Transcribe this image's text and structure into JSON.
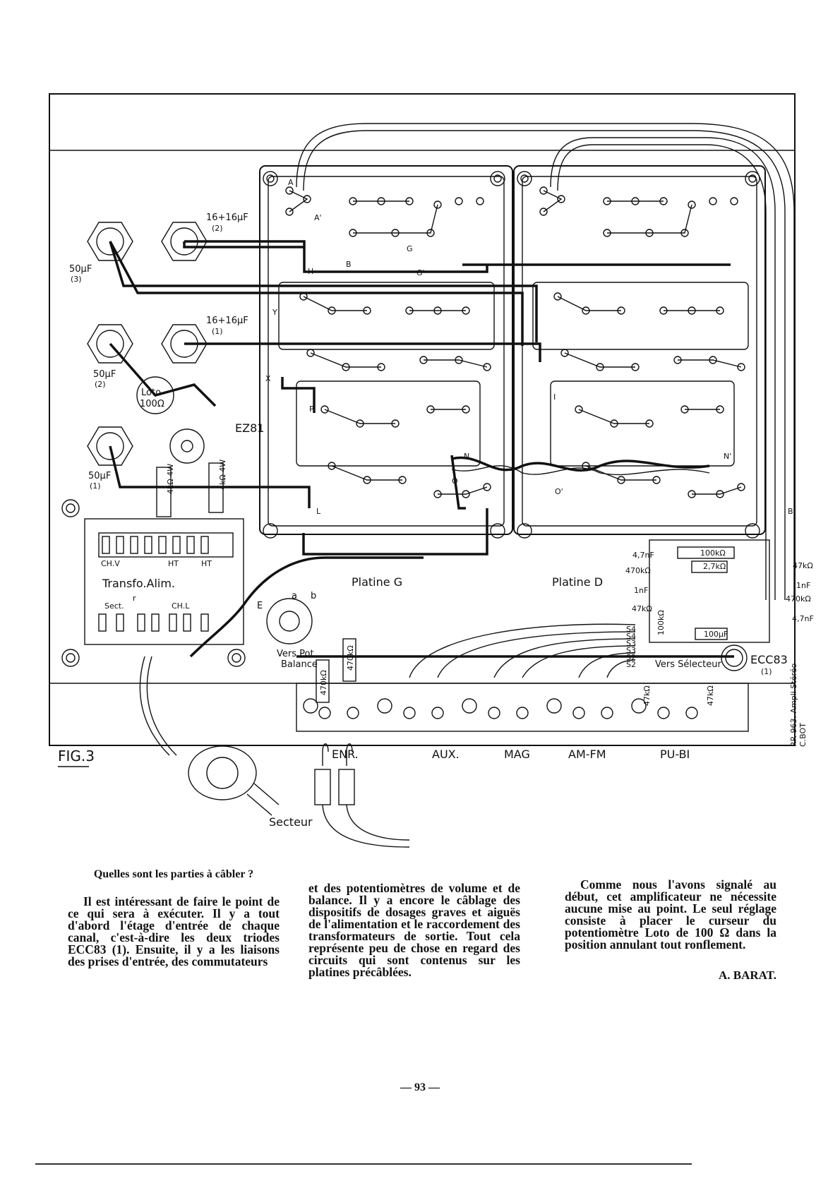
{
  "figure": {
    "label": "FIG.3",
    "labels": {
      "cap1": "16+16µF",
      "cap1_num": "(2)",
      "cap2": "16+16µF",
      "cap2_num": "(1)",
      "cap3": "50µF",
      "cap3_num": "(3)",
      "cap4": "50µF",
      "cap4_num": "(2)",
      "cap5": "50µF",
      "cap5_num": "(1)",
      "loto": "Loto",
      "loto_val": "100Ω",
      "ez81": "EZ81",
      "res1": "4kΩ 4W",
      "res2": "4kΩ 4W",
      "chv": "CH.V",
      "ht1": "HT",
      "ht2": "HT",
      "chl": "CH.L",
      "sect": "Sect.",
      "transfo": "Transfo.Alim.",
      "platine_g": "Platine G",
      "platine_d": "Platine D",
      "vers_pot": "Vers Pot",
      "balance": "Balance",
      "r470a": "470kΩ",
      "r470b": "470kΩ",
      "pin_a": "a",
      "pin_b": "b",
      "pin_e": "E",
      "vers_selecteur": "Vers Sélecteur",
      "ecc83": "ECC83",
      "ecc83_num": "(1)",
      "r100k": "100kΩ",
      "r27k": "2,7kΩ",
      "r100u": "100µF",
      "c47n": "4,7nF",
      "r470k2": "470kΩ",
      "c1n": "1nF",
      "r47k": "47kΩ",
      "r100k2": "100kΩ",
      "r47k2": "47kΩ",
      "c1n2": "1nF",
      "r470k3": "470kΩ",
      "c47n2": "4,7nF",
      "r47k3": "47kΩ",
      "r47k4": "47kΩ",
      "s_labels": [
        "S4",
        "S4",
        "S3",
        "S3",
        "S2",
        "S2"
      ],
      "enr": "ENR.",
      "aux": "AUX.",
      "mag": "MAG",
      "amfm": "AM-FM",
      "pubi": "PU-BI",
      "secteur": "Secteur",
      "side_ref": "RP. 963. Ampli Stéréo",
      "side_ref2": "C.BOT",
      "pt_a": "A",
      "pt_a2": "A'",
      "pt_b": "B",
      "pt_g": "G",
      "pt_g2": "G'",
      "pt_h": "H",
      "pt_y": "Y",
      "pt_x": "X",
      "pt_p": "P",
      "pt_n": "N",
      "pt_n2": "N'",
      "pt_o": "O",
      "pt_o2": "O'",
      "pt_l": "L",
      "pt_i": "I",
      "pt_r": "r",
      "pt_b2": "B"
    }
  },
  "article": {
    "heading": "Quelles sont les parties à câbler ?",
    "col1_p1": "Il est intéressant de faire le point de ce qui sera à exécuter. Il y a tout d'abord l'étage d'entrée de chaque canal, c'est-à-dire les deux triodes ECC83 (1). Ensuite, il y a les liaisons des prises d'entrée, des commutateurs",
    "col2_p1": "et des potentiomètres de volume et de balance. Il y a encore le câblage des dispositifs de dosages graves et aiguës de l'alimentation et le raccordement des transformateurs de sortie. Tout cela représente peu de chose en regard des circuits qui sont contenus sur les platines précâblées.",
    "col3_p1": "Comme nous l'avons signalé au début, cet amplificateur ne nécessite aucune mise au point. Le seul réglage consiste à placer le curseur du potentiomètre Loto de 100 Ω dans la position annulant tout ronflement.",
    "author": "A. BARAT."
  },
  "page_number": "— 93 —"
}
